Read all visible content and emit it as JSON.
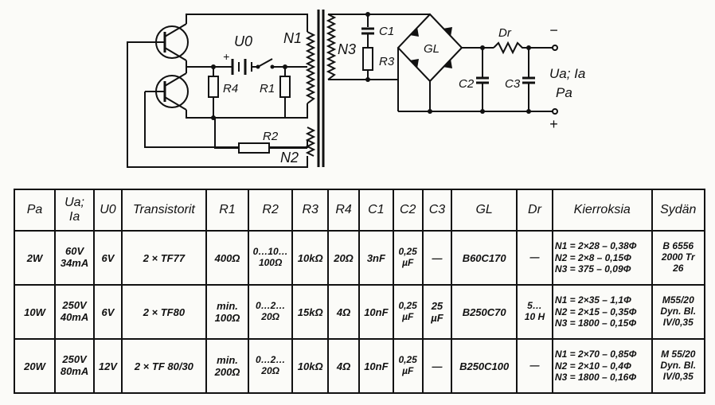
{
  "schematic": {
    "labels": {
      "u0": "U0",
      "n1": "N1",
      "n2": "N2",
      "n3": "N3",
      "c1": "C1",
      "r3": "R3",
      "gl": "GL",
      "dr": "Dr",
      "c2": "C2",
      "c3": "C3",
      "r1": "R1",
      "r2": "R2",
      "r4": "R4",
      "output": "Ua; Ia",
      "pa": "Pa",
      "minus": "−",
      "plus": "+",
      "batt_plus": "+"
    }
  },
  "table": {
    "headers": {
      "pa": "Pa",
      "ua": "Ua;",
      "ia": "Ia",
      "u0": "U0",
      "transistors": "Transistorit",
      "r1": "R1",
      "r2": "R2",
      "r3": "R3",
      "r4": "R4",
      "c1": "C1",
      "c2": "C2",
      "c3": "C3",
      "gl": "GL",
      "dr": "Dr",
      "turns": "Kierroksia",
      "core": "Sydän"
    },
    "rows": [
      {
        "pa": "2W",
        "ua": "60V",
        "ia": "34mA",
        "u0": "6V",
        "transistors": "2 × TF77",
        "r1": "400Ω",
        "r2_a": "0…10…",
        "r2_b": "100Ω",
        "r3": "10kΩ",
        "r4": "20Ω",
        "c1": "3nF",
        "c2_a": "0,25",
        "c2_b": "µF",
        "c3": "—",
        "gl": "B60C170",
        "dr_a": "—",
        "dr_b": "",
        "n1": "N1 = 2×28 – 0,38Φ",
        "n2": "N2 = 2×8 – 0,15Φ",
        "n3": "N3 = 375 – 0,09Φ",
        "core_a": "B 6556",
        "core_b": "2000 Tr",
        "core_c": "26"
      },
      {
        "pa": "10W",
        "ua": "250V",
        "ia": "40mA",
        "u0": "6V",
        "transistors": "2 × TF80",
        "r1": "min. 100Ω",
        "r2_a": "0…2…",
        "r2_b": "20Ω",
        "r3": "15kΩ",
        "r4": "4Ω",
        "c1": "10nF",
        "c2_a": "0,25",
        "c2_b": "µF",
        "c3": "25 µF",
        "gl": "B250C70",
        "dr_a": "5…",
        "dr_b": "10 H",
        "n1": "N1 = 2×35 – 1,1Φ",
        "n2": "N2 = 2×15 – 0,35Φ",
        "n3": "N3 = 1800 – 0,15Φ",
        "core_a": "M55/20",
        "core_b": "Dyn. Bl.",
        "core_c": "IV/0,35"
      },
      {
        "pa": "20W",
        "ua": "250V",
        "ia": "80mA",
        "u0": "12V",
        "transistors": "2 × TF 80/30",
        "r1": "min. 200Ω",
        "r2_a": "0…2…",
        "r2_b": "20Ω",
        "r3": "10kΩ",
        "r4": "4Ω",
        "c1": "10nF",
        "c2_a": "0,25",
        "c2_b": "µF",
        "c3": "—",
        "gl": "B250C100",
        "dr_a": "—",
        "dr_b": "",
        "n1": "N1 = 2×70 – 0,85Φ",
        "n2": "N2 = 2×10 – 0,4Φ",
        "n3": "N3 = 1800 – 0,16Φ",
        "core_a": "M 55/20",
        "core_b": "Dyn. Bl.",
        "core_c": "IV/0,35"
      }
    ]
  }
}
